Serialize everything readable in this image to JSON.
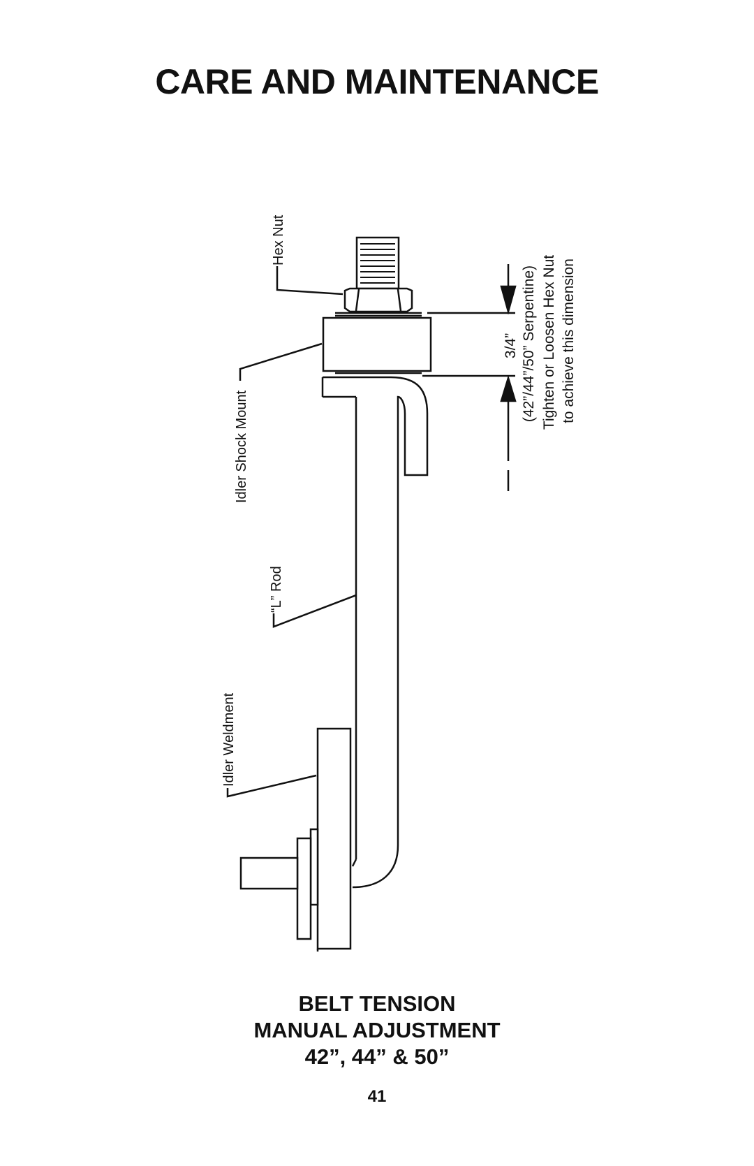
{
  "page": {
    "title": "CARE AND MAINTENANCE",
    "page_number": "41"
  },
  "diagram": {
    "labels": {
      "hex_nut": "Hex Nut",
      "idler_shock_mount": "Idler Shock Mount",
      "l_rod": "“L” Rod",
      "idler_weldment": "Idler Weldment"
    },
    "dimension": {
      "value": "3/4”",
      "models": "(42”/44”/50” Serpentine)",
      "instruction_line1": "Tighten or Loosen Hex Nut",
      "instruction_line2": "to achieve this dimension"
    }
  },
  "caption": {
    "line1": "BELT TENSION",
    "line2": "MANUAL ADJUSTMENT",
    "line3": "42”, 44” & 50”"
  }
}
